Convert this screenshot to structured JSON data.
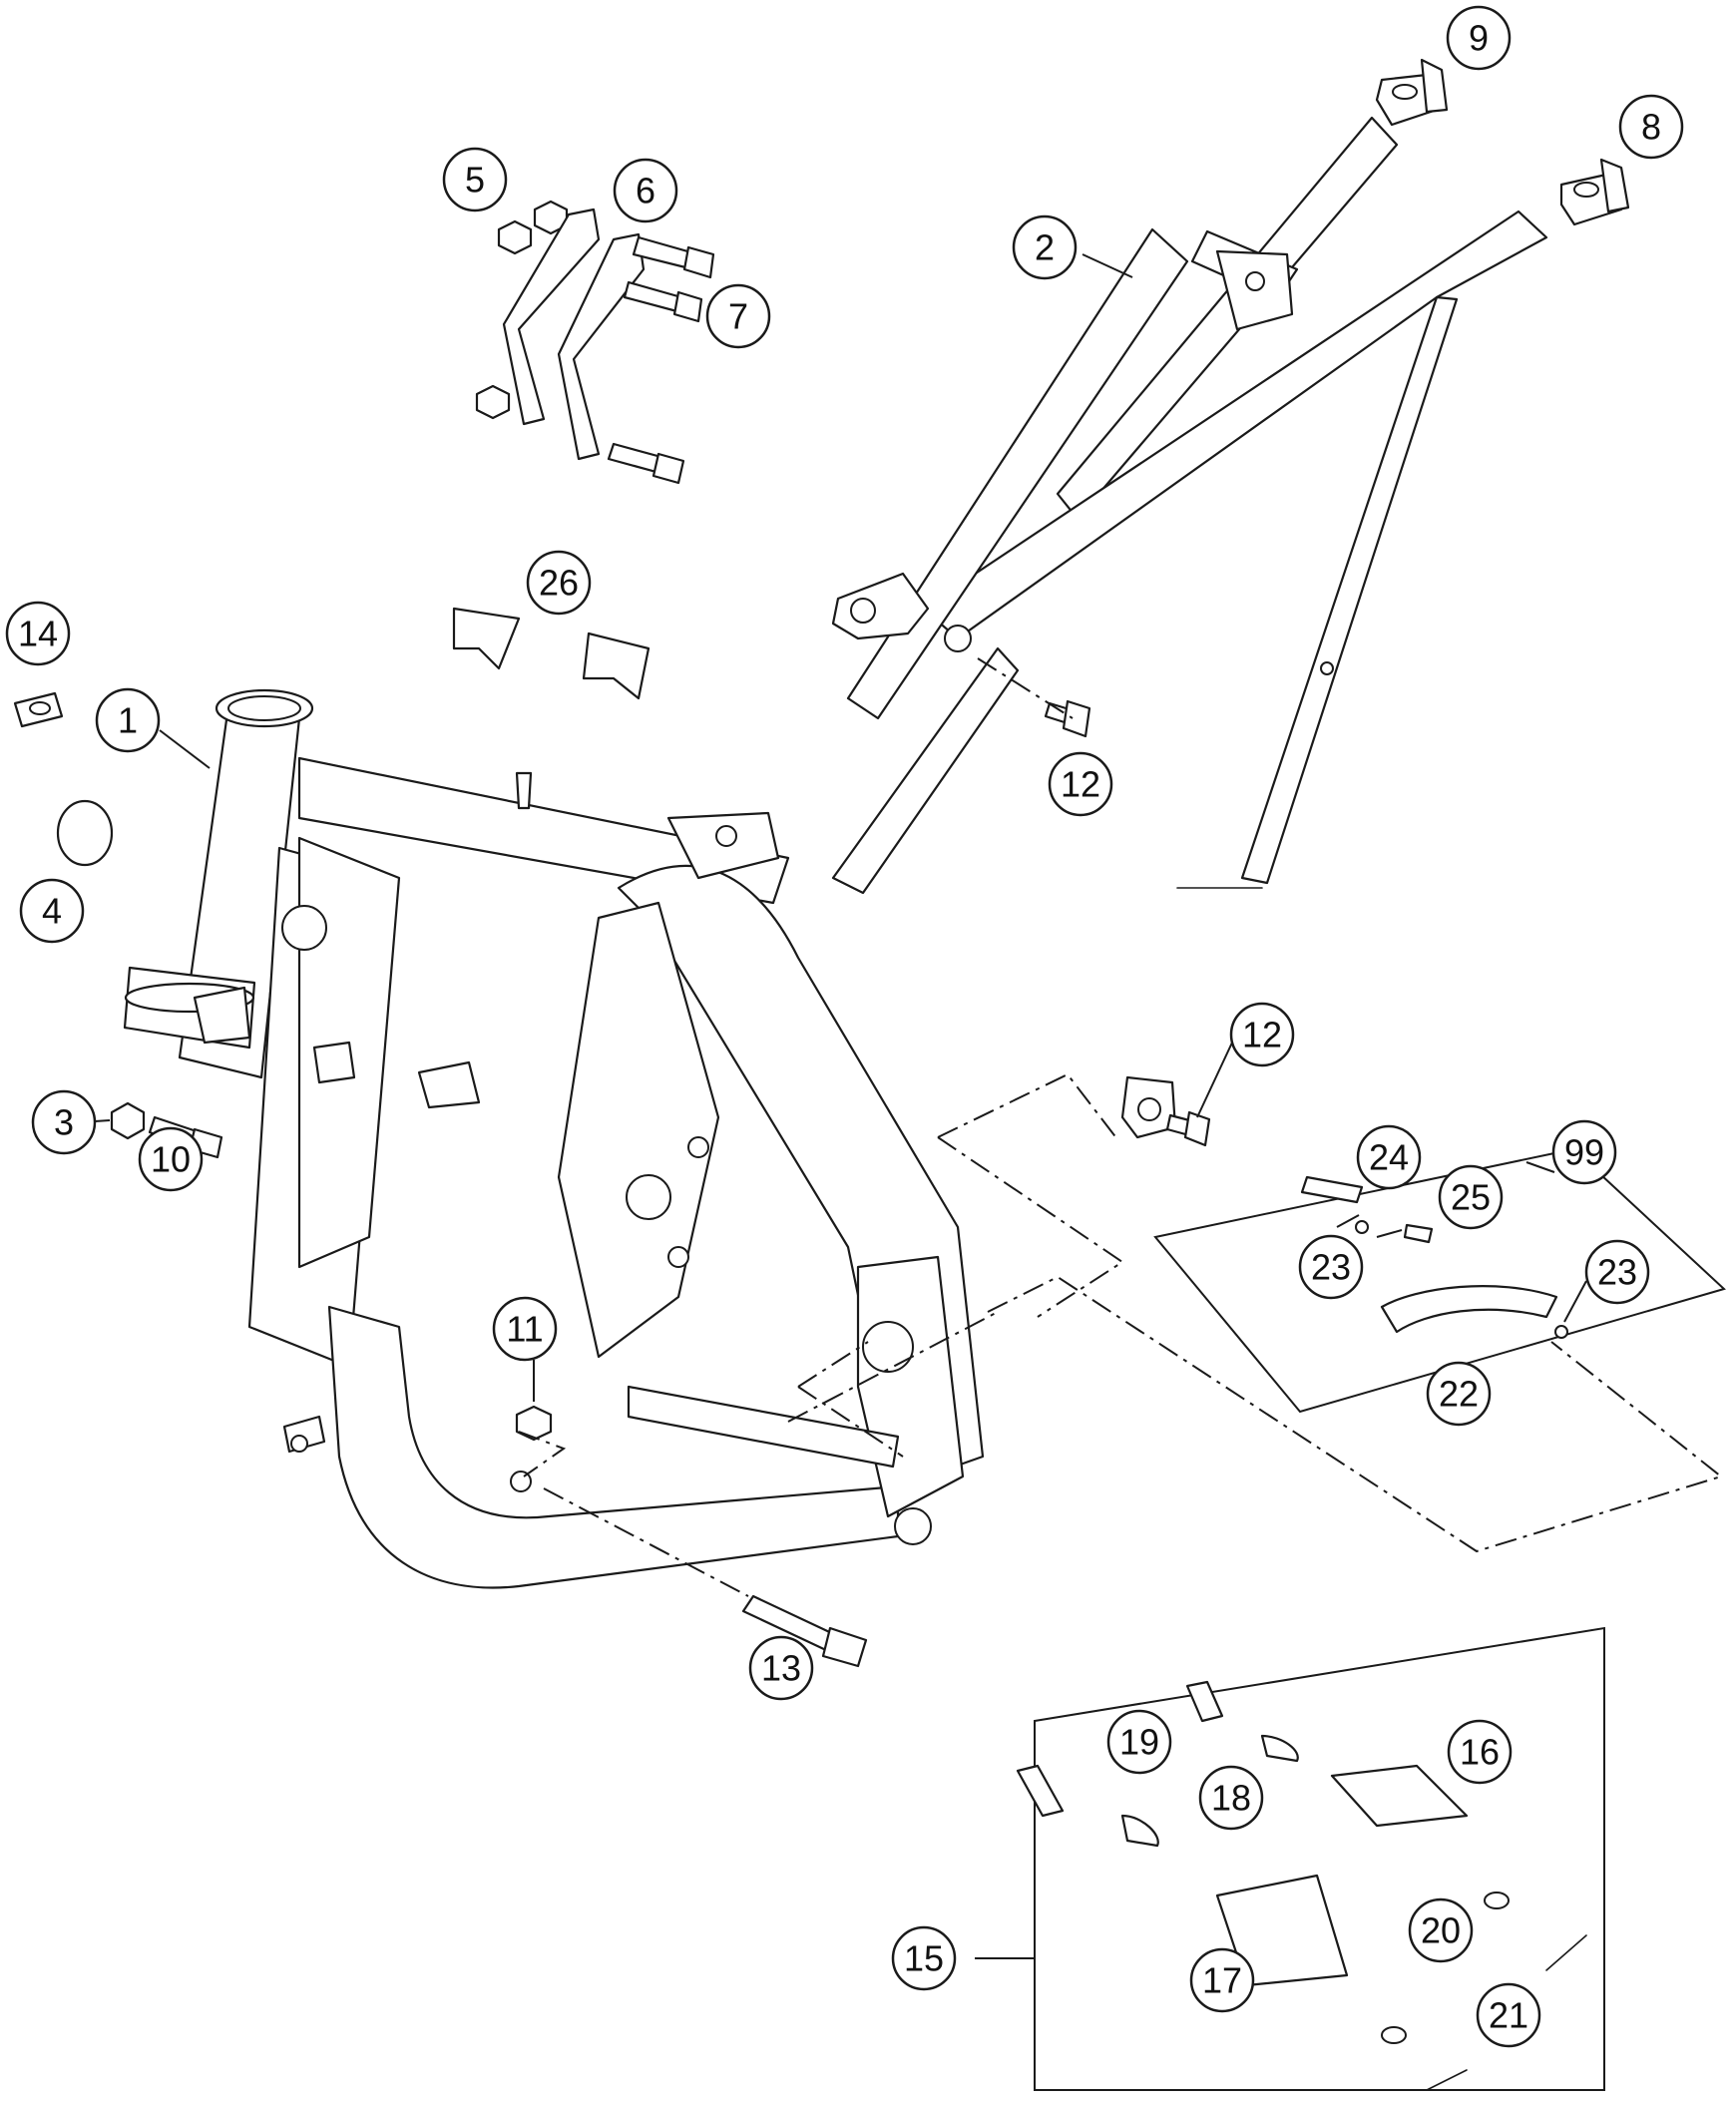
{
  "callouts": [
    {
      "id": "1",
      "label": "1"
    },
    {
      "id": "2",
      "label": "2"
    },
    {
      "id": "3",
      "label": "3"
    },
    {
      "id": "4",
      "label": "4"
    },
    {
      "id": "5",
      "label": "5"
    },
    {
      "id": "6",
      "label": "6"
    },
    {
      "id": "7",
      "label": "7"
    },
    {
      "id": "8",
      "label": "8"
    },
    {
      "id": "9",
      "label": "9"
    },
    {
      "id": "10",
      "label": "10"
    },
    {
      "id": "11",
      "label": "11"
    },
    {
      "id": "12a",
      "label": "12"
    },
    {
      "id": "12b",
      "label": "12"
    },
    {
      "id": "13",
      "label": "13"
    },
    {
      "id": "14",
      "label": "14"
    },
    {
      "id": "15",
      "label": "15"
    },
    {
      "id": "16",
      "label": "16"
    },
    {
      "id": "17",
      "label": "17"
    },
    {
      "id": "18",
      "label": "18"
    },
    {
      "id": "19",
      "label": "19"
    },
    {
      "id": "20",
      "label": "20"
    },
    {
      "id": "21",
      "label": "21"
    },
    {
      "id": "22",
      "label": "22"
    },
    {
      "id": "23a",
      "label": "23"
    },
    {
      "id": "23b",
      "label": "23"
    },
    {
      "id": "24",
      "label": "24"
    },
    {
      "id": "25",
      "label": "25"
    },
    {
      "id": "26",
      "label": "26"
    },
    {
      "id": "99",
      "label": "99"
    }
  ]
}
